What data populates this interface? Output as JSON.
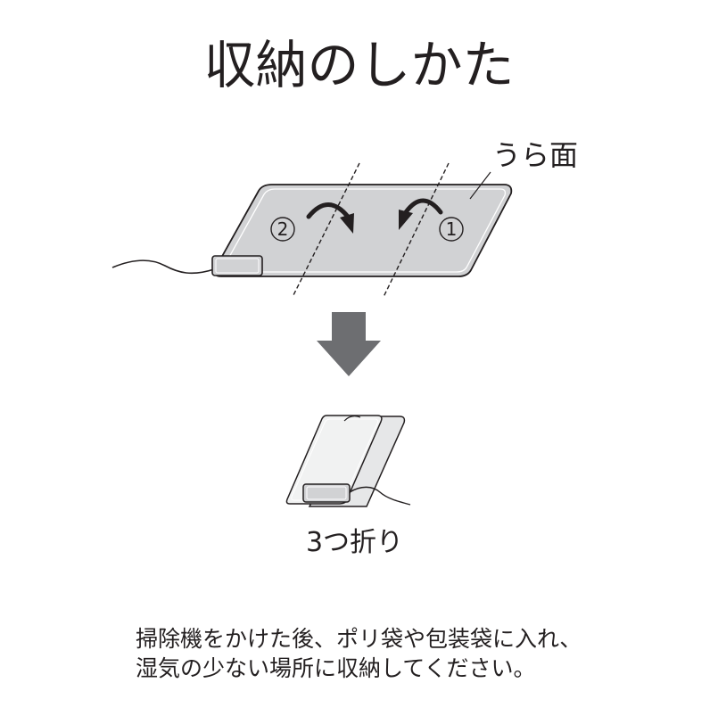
{
  "title": "収納のしかた",
  "back_side_label": "うら面",
  "fold_labels": {
    "step1": "1",
    "step2": "2"
  },
  "folded_label": "3つ折り",
  "instructions": {
    "line1": "掃除機をかけた後、ポリ袋や包装袋に入れ、",
    "line2": "湿気の少ない場所に収納してください。"
  },
  "colors": {
    "mat_fill": "#d1d2d4",
    "mat_stroke": "#231f20",
    "arrow_fill": "#6d6e71",
    "ink": "#231f20"
  }
}
